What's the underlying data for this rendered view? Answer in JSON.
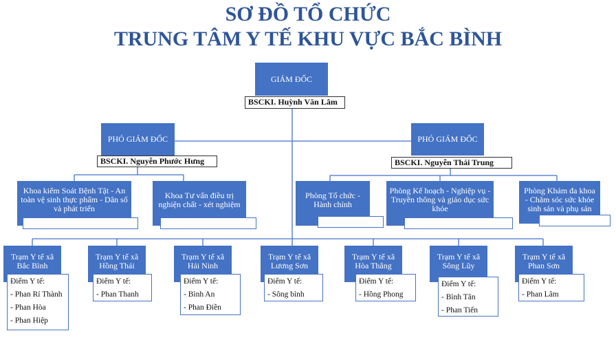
{
  "title": {
    "line1": "SƠ ĐỒ TỔ CHỨC",
    "line2": "TRUNG TÂM Y TẾ KHU VỰC BẮC BÌNH"
  },
  "director": {
    "title": "GIÁM ĐỐC",
    "name": "BSCKI. Huỳnh Văn Lâm"
  },
  "deputies": [
    {
      "title": "PHÓ GIÁM ĐỐC",
      "name": "BSCKI. Nguyễn Phước Hưng"
    },
    {
      "title": "PHÓ GIÁM ĐỐC",
      "name": "BSCKI. Nguyễn Thái Trung"
    }
  ],
  "departments": [
    {
      "label": "Khoa kiểm Soát Bệnh  Tật - An toàn vệ sinh thực phẩm - Dân số và phát triển"
    },
    {
      "label": "Khoa Tư vấn điều trị nghiện chất - xét nghiệm"
    },
    {
      "label": "Phòng Tổ chức - Hành chính"
    },
    {
      "label": "Phòng Kế hoạch - Nghiệp vụ - Truyền thông và giáo dục sức khỏe"
    },
    {
      "label": "Phòng Khám đa khoa - Chăm sóc sức khỏe sinh sản và phụ sản"
    }
  ],
  "stations": [
    {
      "label": "Trạm Y tế xã Bắc Bình",
      "points_title": "Điểm Y tế:",
      "points": [
        "- Phan Rí Thành",
        "- Phan Hòa",
        "- Phan Hiệp"
      ]
    },
    {
      "label": "Trạm Y tế xã Hồng Thái",
      "points_title": "Điểm Y tế:",
      "points": [
        "- Phan Thanh"
      ]
    },
    {
      "label": "Trạm Y tế xã Hải Ninh",
      "points_title": "Điểm Y tế:",
      "points": [
        "- Bình An",
        "- Phan Điền"
      ]
    },
    {
      "label": "Trạm Y tế xã Lương Sơn",
      "points_title": "Điểm Y tế:",
      "points": [
        "- Sông bình"
      ]
    },
    {
      "label": "Trạm Y tế xã Hòa Thắng",
      "points_title": "Điểm Y tế:",
      "points": [
        "- Hồng Phong"
      ]
    },
    {
      "label": "Trạm Y tế xã Sông Lũy",
      "points_title": "Điểm Y tế:",
      "points": [
        "- Bình Tân",
        "- Phan Tiến"
      ]
    },
    {
      "label": "Trạm Y tế xã Phan Sơn",
      "points_title": "Điểm Y tế:",
      "points": [
        "- Phan Lâm"
      ]
    }
  ]
}
